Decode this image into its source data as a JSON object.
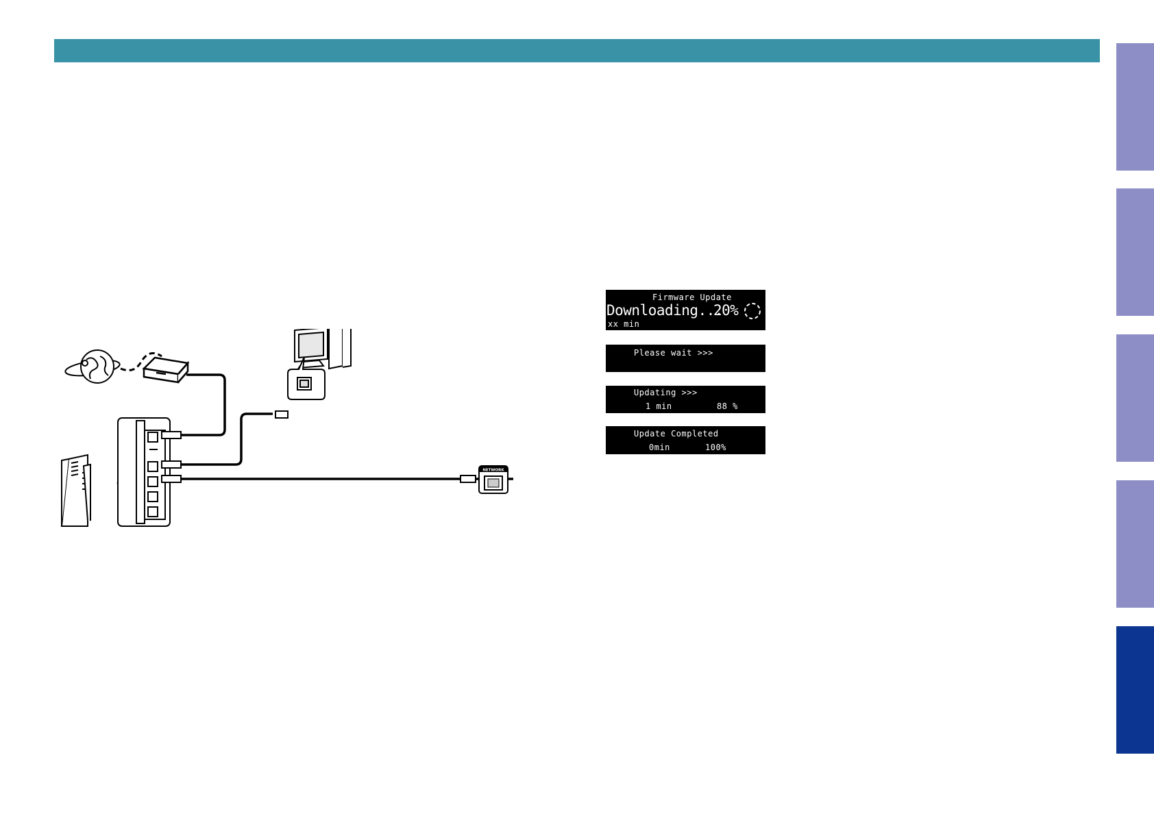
{
  "colors": {
    "header_bar": "#3992a6",
    "side_tab": "#8e8ec6",
    "side_tab_active": "#0b3590",
    "lcd_bg": "#000000",
    "lcd_text": "#ffffff"
  },
  "side_tabs": [
    {
      "state": "inactive"
    },
    {
      "state": "inactive"
    },
    {
      "state": "inactive"
    },
    {
      "state": "inactive"
    },
    {
      "state": "active"
    }
  ],
  "displays": [
    {
      "title": "Firmware Update",
      "main": "Downloading...",
      "percent": "20%",
      "time": "xx min"
    },
    {
      "title": "Please wait >>>"
    },
    {
      "title": "Updating >>>",
      "time": "1 min",
      "percent": "88 %"
    },
    {
      "title": "Update Completed",
      "time": "0min",
      "percent": "100%"
    }
  ],
  "diagram": {
    "network_label": "NETWORK",
    "icons": [
      "internet-globe-icon",
      "modem-icon",
      "computer-icon",
      "router-icon",
      "lan-port-icon"
    ]
  }
}
